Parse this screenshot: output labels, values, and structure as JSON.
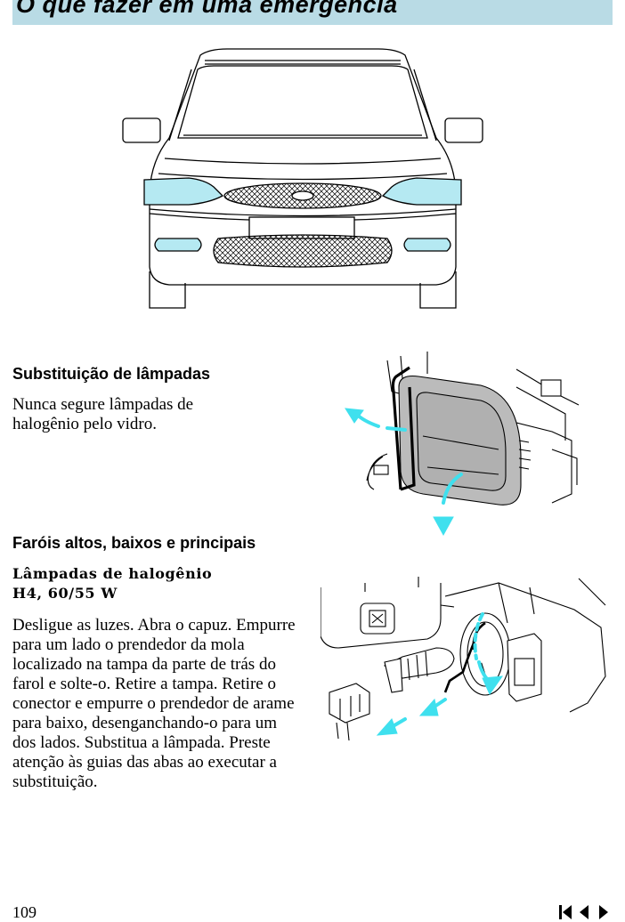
{
  "header": {
    "title": "O que fazer em uma emergência"
  },
  "section_bulbs": {
    "heading": "Substituição de lâmpadas",
    "text": "Nunca segure lâmpadas de halogênio pelo vidro."
  },
  "section_headlamps": {
    "heading": "Faróis altos, baixos e principais",
    "subheading_line1": "Lâmpadas de halogênio",
    "subheading_line2": "H4, 60/55 W",
    "text": "Desligue as luzes. Abra o capuz. Empurre para um lado o prendedor da mola localizado na tampa da parte de trás do farol e solte-o. Retire a tampa. Retire o conector e empurre o prendedor de arame para baixo, desenganchando-o para um dos lados. Substitua a lâmpada. Preste atenção às guias das abas ao executar a substituição."
  },
  "footer": {
    "page_number": "109",
    "nav_icons": [
      "first-page-icon",
      "previous-page-icon",
      "next-page-icon"
    ]
  },
  "colors": {
    "header_band": "#b9dbe5",
    "highlight": "#b5e9f2",
    "arrow": "#3fe0ee"
  }
}
